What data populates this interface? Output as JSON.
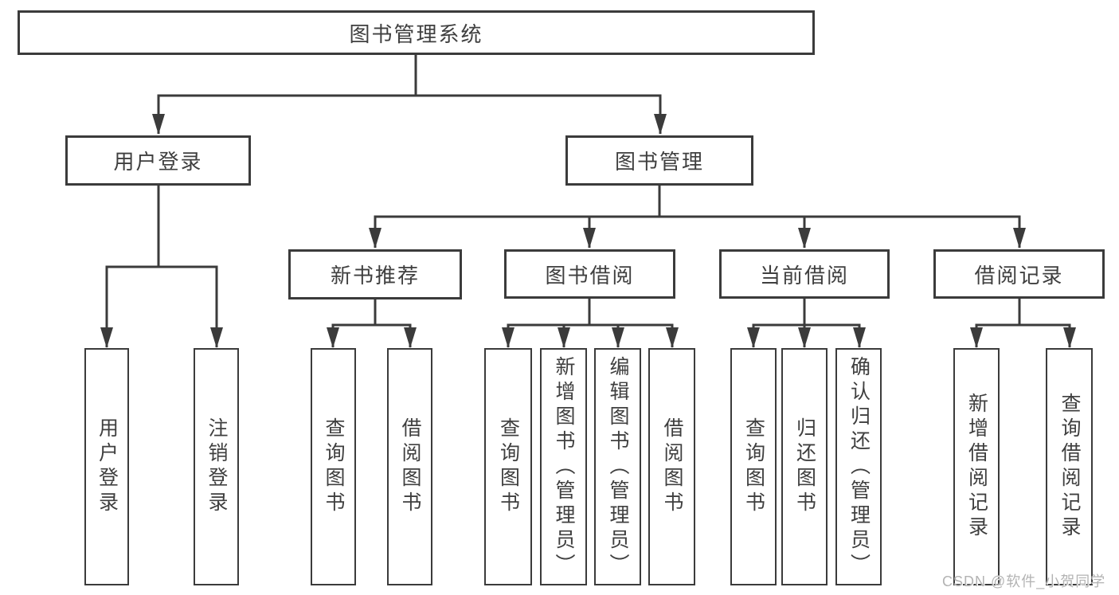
{
  "tree": {
    "label": "图书管理系统",
    "children": [
      {
        "label": "用户登录",
        "children": [
          {
            "label": "用户登录"
          },
          {
            "label": "注销登录"
          }
        ]
      },
      {
        "label": "图书管理",
        "children": [
          {
            "label": "新书推荐",
            "children": [
              {
                "label": "查询图书"
              },
              {
                "label": "借阅图书"
              }
            ]
          },
          {
            "label": "图书借阅",
            "children": [
              {
                "label": "查询图书"
              },
              {
                "label": "新增图书（管理员）"
              },
              {
                "label": "编辑图书（管理员）"
              },
              {
                "label": "借阅图书"
              }
            ]
          },
          {
            "label": "当前借阅",
            "children": [
              {
                "label": "查询图书"
              },
              {
                "label": "归还图书"
              },
              {
                "label": "确认归还（管理员）"
              }
            ]
          },
          {
            "label": "借阅记录",
            "children": [
              {
                "label": "新增借阅记录"
              },
              {
                "label": "查询借阅记录"
              }
            ]
          }
        ]
      }
    ]
  },
  "colors": {
    "line": "#3b3b3b",
    "text": "#3f3f3f",
    "watermark": "#b3b3b3",
    "background": "#ffffff"
  },
  "watermark": {
    "text": "CSDN @软件_小贺同学"
  }
}
